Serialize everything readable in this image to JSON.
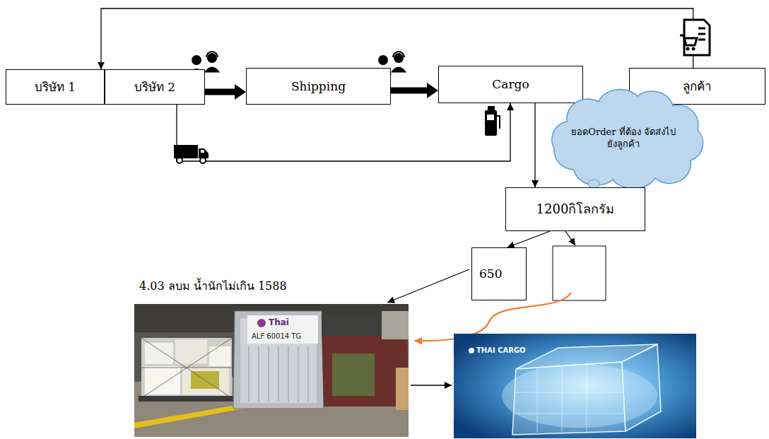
{
  "diagram": {
    "nodes": [
      {
        "text": [
          "บริษัท 1"
        ]
      },
      {
        "text": [
          "บริษัท 2"
        ]
      },
      {
        "text": [
          "Shipping"
        ]
      },
      {
        "text": [
          "Cargo"
        ]
      },
      {
        "text": [
          "ลูกค้า"
        ]
      },
      {
        "text": [
          "ยอดOrder ที่ต้อง จัดส่งไปยังลูกค้า"
        ]
      },
      {
        "text": [
          "1200กิโลกรัม"
        ]
      },
      {
        "text": [
          "650"
        ]
      }
    ],
    "edges": [
      {
        "from": 4,
        "to": 0,
        "arrow": "to"
      },
      {
        "from": 1,
        "to": 2,
        "arrow": "to"
      },
      {
        "from": 2,
        "to": 3,
        "arrow": "to"
      },
      {
        "from": 1,
        "to": 3,
        "arrow": "to"
      },
      {
        "from": 3,
        "to": 6,
        "arrow": "to"
      },
      {
        "from": 6,
        "to": 7,
        "arrow": "to"
      }
    ],
    "labels": [
      "4.03 ลบม น้ำนักไม่เกิน 1588",
      "Thai",
      "ALF 60014 TG",
      "THAI CARGO"
    ]
  }
}
